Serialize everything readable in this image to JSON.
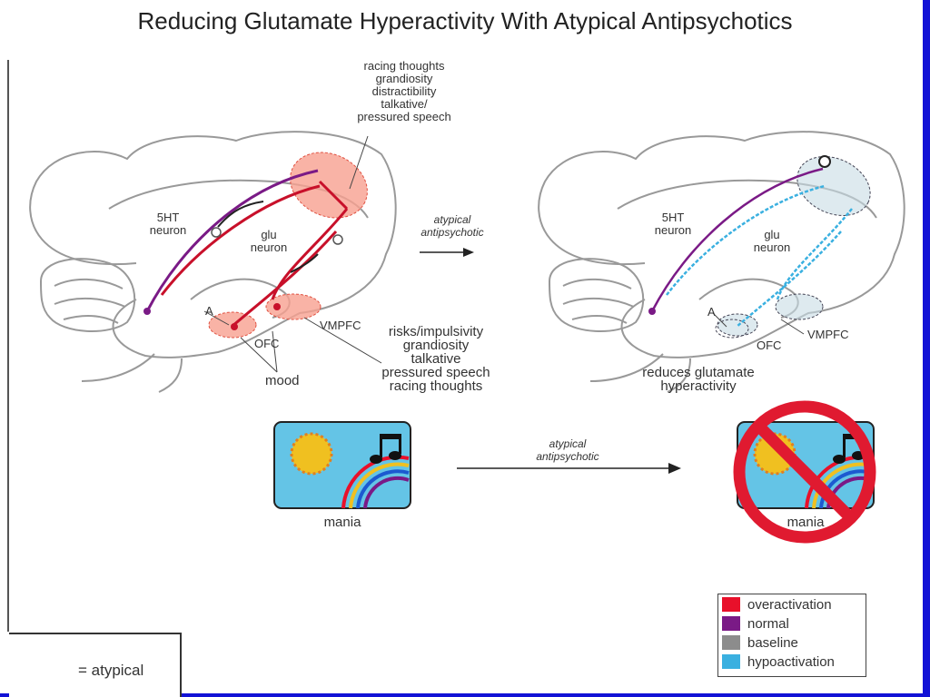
{
  "title": "Reducing Glutamate Hyperactivity With Atypical Antipsychotics",
  "left_brain": {
    "symptoms_top": [
      "racing thoughts",
      "grandiosity",
      "distractibility",
      "talkative/",
      "pressured speech"
    ],
    "label_5ht": [
      "5HT",
      "neuron"
    ],
    "label_glu": [
      "glu",
      "neuron"
    ],
    "label_a": "A",
    "label_ofc": "OFC",
    "label_vmpfc": "VMPFC",
    "label_mood": "mood",
    "symptoms_bottom": [
      "risks/impulsivity",
      "grandiosity",
      "talkative",
      "pressured speech",
      "racing thoughts"
    ]
  },
  "arrow_top_label": [
    "atypical",
    "antipsychotic"
  ],
  "right_brain": {
    "label_5ht": [
      "5HT",
      "neuron"
    ],
    "label_glu": [
      "glu",
      "neuron"
    ],
    "label_a": "A",
    "label_ofc": "OFC",
    "label_vmpfc": "VMPFC",
    "reduces": [
      "reduces glutamate",
      "hyperactivity"
    ]
  },
  "mania_left_label": "mania",
  "arrow_bottom_label": [
    "atypical",
    "antipsychotic"
  ],
  "mania_right_label": "mania",
  "legend": [
    {
      "label": "overactivation",
      "color": "#e8102a"
    },
    {
      "label": "normal",
      "color": "#7a1a86"
    },
    {
      "label": "baseline",
      "color": "#8c8c8c"
    },
    {
      "label": "hypoactivation",
      "color": "#3ab0e0"
    }
  ],
  "key_label": "= atypical",
  "colors": {
    "overactivation": "#e8102a",
    "normal": "#7a1a86",
    "baseline": "#8c8c8c",
    "hypoactivation": "#3ab0e0",
    "border": "#1212d6",
    "prohibition": "#e01a30",
    "sky": "#64c4e6",
    "sun": "#f0c020"
  }
}
